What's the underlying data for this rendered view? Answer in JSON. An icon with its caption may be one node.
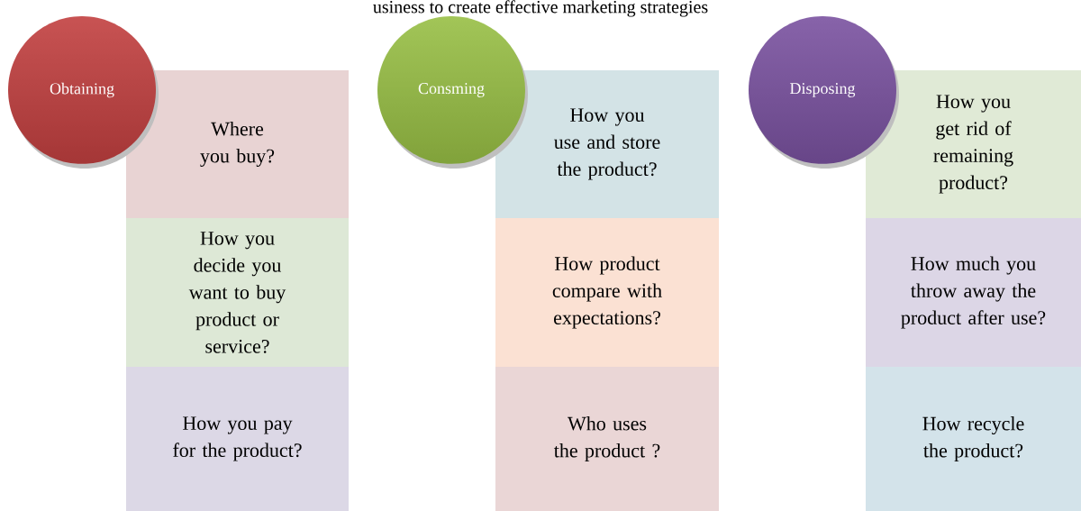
{
  "diagram": {
    "nodes": [
      {
        "text": [
          "Obtaining"
        ]
      },
      {
        "text": [
          "Where you buy?"
        ]
      },
      {
        "text": [
          "How you decide you want to buy product or service?"
        ]
      },
      {
        "text": [
          "How you pay for the product?"
        ]
      },
      {
        "text": [
          "Consming"
        ]
      },
      {
        "text": [
          "How you use and store the product?"
        ]
      },
      {
        "text": [
          "How product compare with expectations?"
        ]
      },
      {
        "text": [
          "Who uses the product  ?"
        ]
      },
      {
        "text": [
          "Disposing"
        ]
      },
      {
        "text": [
          "How you get rid of remaining product?"
        ]
      },
      {
        "text": [
          "How much you throw away the product after use?"
        ]
      },
      {
        "text": [
          "How recycle the product?"
        ]
      }
    ],
    "labels": [
      "usiness to create effective marketing strategies"
    ]
  }
}
